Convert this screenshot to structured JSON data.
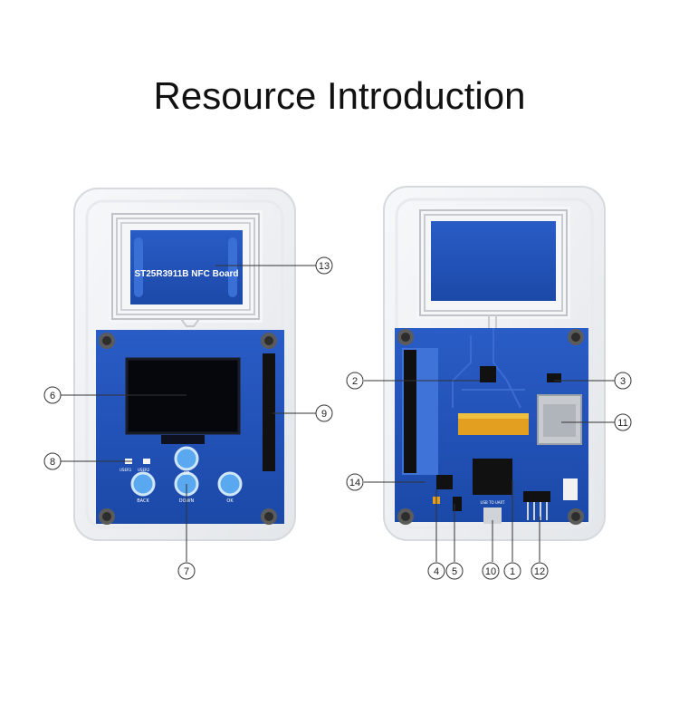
{
  "title": "Resource Introduction",
  "board_label": "ST25R3911B NFC Board",
  "buttons": {
    "up": "UP",
    "back": "BACK",
    "down": "DOWN",
    "ok": "OK"
  },
  "usb_label": "USB TO UART",
  "led_labels": [
    "USER1",
    "USER2"
  ],
  "callouts": {
    "c1": "1",
    "c2": "2",
    "c3": "3",
    "c4": "4",
    "c5": "5",
    "c6": "6",
    "c7": "7",
    "c8": "8",
    "c9": "9",
    "c10": "10",
    "c11": "11",
    "c12": "12",
    "c13": "13",
    "c14": "14"
  },
  "colors": {
    "pcb": "#1f4fb2",
    "pcb_dark": "#173f93",
    "case": "#eef0f2",
    "button": "#5aa8f0"
  }
}
